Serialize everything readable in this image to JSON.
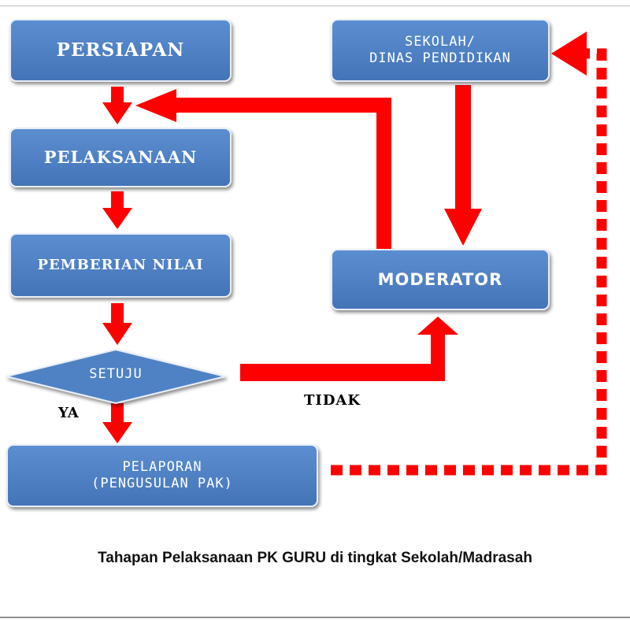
{
  "colors": {
    "box": "#4f82c4",
    "arrow": "#ff0000",
    "text_on_box": "#ffffff"
  },
  "nodes": {
    "persiapan": "PERSIAPAN",
    "pelaksanaan": "PELAKSANAAN",
    "pemberian_nilai": "PEMBERIAN NILAI",
    "setuju": "SETUJU",
    "pelaporan_line1": "PELAPORAN",
    "pelaporan_line2": "(PENGUSULAN PAK)",
    "sekolah_line1": "SEKOLAH/",
    "sekolah_line2": "DINAS PENDIDIKAN",
    "moderator": "MODERATOR"
  },
  "edge_labels": {
    "ya": "YA",
    "tidak": "TIDAK"
  },
  "caption": "Tahapan Pelaksanaan PK GURU di tingkat Sekolah/Madrasah"
}
